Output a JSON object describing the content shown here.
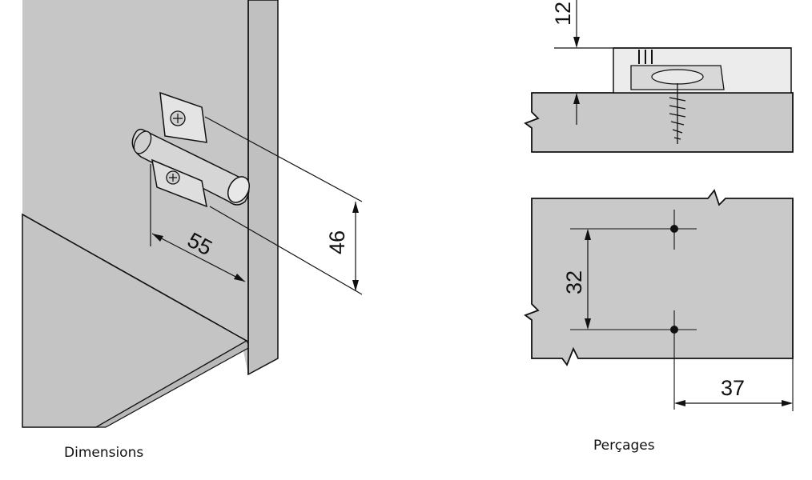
{
  "captions": {
    "left": "Dimensions",
    "right": "Perçages"
  },
  "dimensions": {
    "width_55": "55",
    "height_46": "46",
    "top_12": "12",
    "spacing_32": "32",
    "edge_37": "37"
  },
  "colors": {
    "panel": "#c9c9c9",
    "panel_dark": "#b4b4b4",
    "line": "#111111",
    "hinge_metal": "#e2e2e2"
  }
}
